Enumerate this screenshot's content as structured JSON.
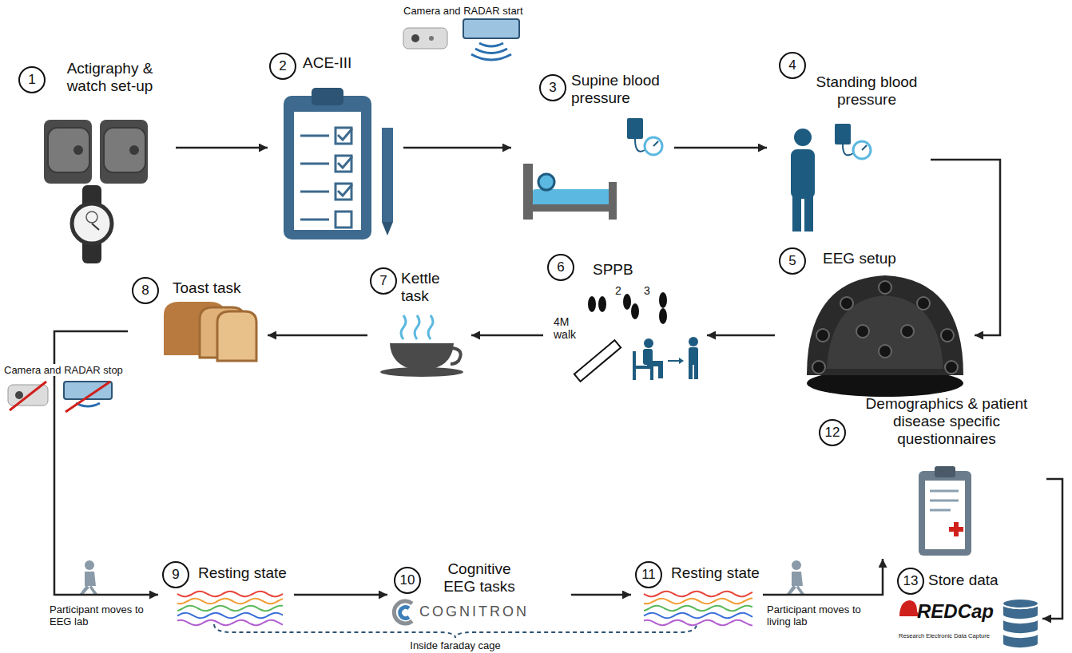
{
  "diagram": {
    "nodes": [
      {
        "text": [
          "1",
          "Actigraphy & watch set-up"
        ]
      },
      {
        "text": [
          "2",
          "ACE-III"
        ]
      },
      {
        "text": [
          "3",
          "Supine blood pressure"
        ]
      },
      {
        "text": [
          "4",
          "Standing blood pressure"
        ]
      },
      {
        "text": [
          "5",
          "EEG setup"
        ]
      },
      {
        "text": [
          "6",
          "SPPB"
        ]
      },
      {
        "text": [
          "7",
          "Kettle task"
        ]
      },
      {
        "text": [
          "8",
          "Toast task"
        ]
      },
      {
        "text": [
          "9",
          "Resting state"
        ]
      },
      {
        "text": [
          "10",
          "Cognitive EEG tasks",
          "COGNITRON"
        ]
      },
      {
        "text": [
          "11",
          "Resting state"
        ]
      },
      {
        "text": [
          "12",
          "Demographics & patient disease specific questionnaires"
        ]
      },
      {
        "text": [
          "13",
          "Store data",
          "REDCap",
          "Research Electronic Data Capture"
        ]
      }
    ],
    "edges": [
      {
        "from": 0,
        "to": 1,
        "arrow": "to"
      },
      {
        "from": 1,
        "to": 2,
        "arrow": "to"
      },
      {
        "from": 2,
        "to": 3,
        "arrow": "to"
      },
      {
        "from": 3,
        "to": 4,
        "arrow": "to"
      },
      {
        "from": 4,
        "to": 5,
        "arrow": "to"
      },
      {
        "from": 5,
        "to": 6,
        "arrow": "to"
      },
      {
        "from": 6,
        "to": 7,
        "arrow": "to"
      },
      {
        "from": 7,
        "to": 8,
        "arrow": "to"
      },
      {
        "from": 8,
        "to": 9,
        "arrow": "to"
      },
      {
        "from": 9,
        "to": 10,
        "arrow": "to"
      },
      {
        "from": 10,
        "to": 11,
        "arrow": "to"
      },
      {
        "from": 11,
        "to": 12,
        "arrow": "to"
      }
    ],
    "labels": [
      "Camera and RADAR start",
      "2",
      "3",
      "4M walk",
      "Camera and RADAR stop",
      "Participant moves to EEG lab",
      "Inside faraday cage",
      "Participant moves to living lab"
    ]
  }
}
